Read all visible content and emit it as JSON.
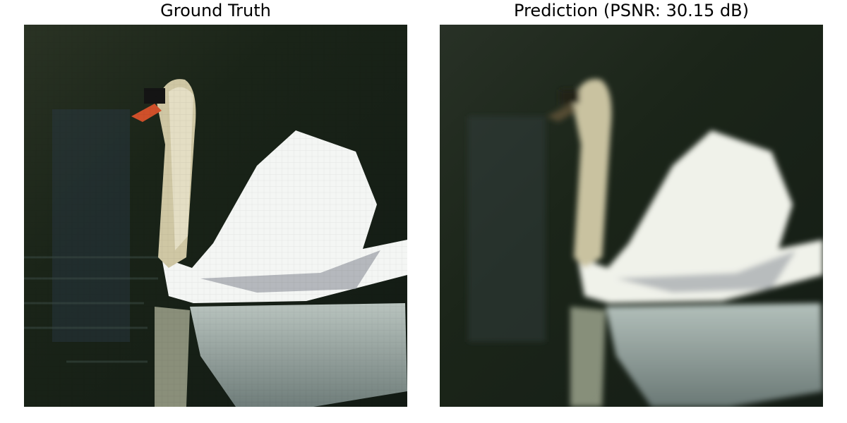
{
  "panels": [
    {
      "title": "Ground Truth"
    },
    {
      "title": "Prediction (PSNR: 30.15 dB)"
    }
  ],
  "image": {
    "subject": "white swan on dark water with reflection",
    "pixelated": true
  },
  "colors": {
    "background": "#ffffff",
    "water": "#1e2a1e",
    "water_blue": "#2b3a48",
    "swan_white": "#f4f6f4",
    "swan_shadow": "#8a9098",
    "neck": "#cfc7a4",
    "beak": "#d0502a",
    "head_black": "#141414",
    "reflection": "#9aa6a2"
  }
}
